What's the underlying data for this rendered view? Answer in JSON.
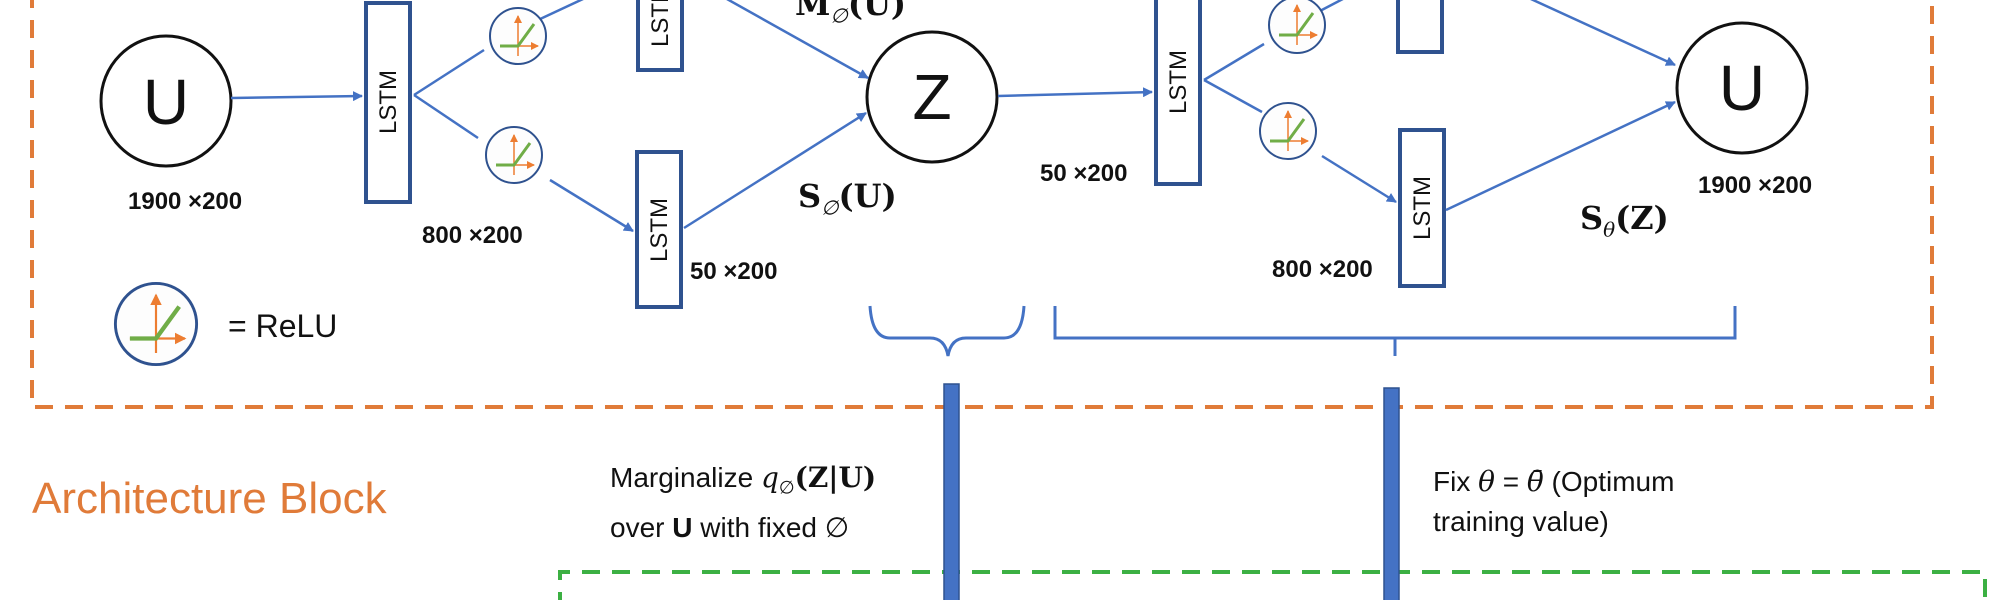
{
  "nodes": {
    "input": "U",
    "latent": "Z",
    "output": "U"
  },
  "layers": {
    "lstm_label": "LSTM"
  },
  "dimensions": {
    "input": "1900 ×200",
    "encoder_hidden": "800 ×200",
    "encoder_std": "50 ×200",
    "latent": "50 ×200",
    "decoder_hidden": "800 ×200",
    "output": "1900 ×200"
  },
  "math_labels": {
    "encoder_mean": {
      "main": "M",
      "sub": "∅",
      "arg": "(U)"
    },
    "encoder_std": {
      "main": "S",
      "sub": "∅",
      "arg": "(U)"
    },
    "decoder_std": {
      "main": "S",
      "sub": "θ",
      "arg": "(Z)"
    }
  },
  "legend": {
    "relu_text": "= ReLU",
    "relu_icon": "relu-icon"
  },
  "block_title": "Architecture  Block",
  "captions": {
    "marginalize": {
      "prefix": "Marginalize ",
      "q": "q",
      "q_sub": "∅",
      "q_arg": "(Z|U)",
      "line2_prefix": "over ",
      "line2_bold": "U",
      "line2_suffix": " with fixed ∅"
    },
    "fix_theta": {
      "prefix": "Fix ",
      "theta": "θ",
      "equals": " = ",
      "theta_bar": "θ̄",
      "suffix": " (Optimum",
      "line2": "training value)"
    }
  },
  "colors": {
    "arrow": "#4472C4",
    "box_border": "#2F528F",
    "architecture_border": "#E07B39",
    "bottom_border": "#3CB043",
    "relu_line": "#70AD47",
    "relu_axis": "#ED7D31"
  }
}
